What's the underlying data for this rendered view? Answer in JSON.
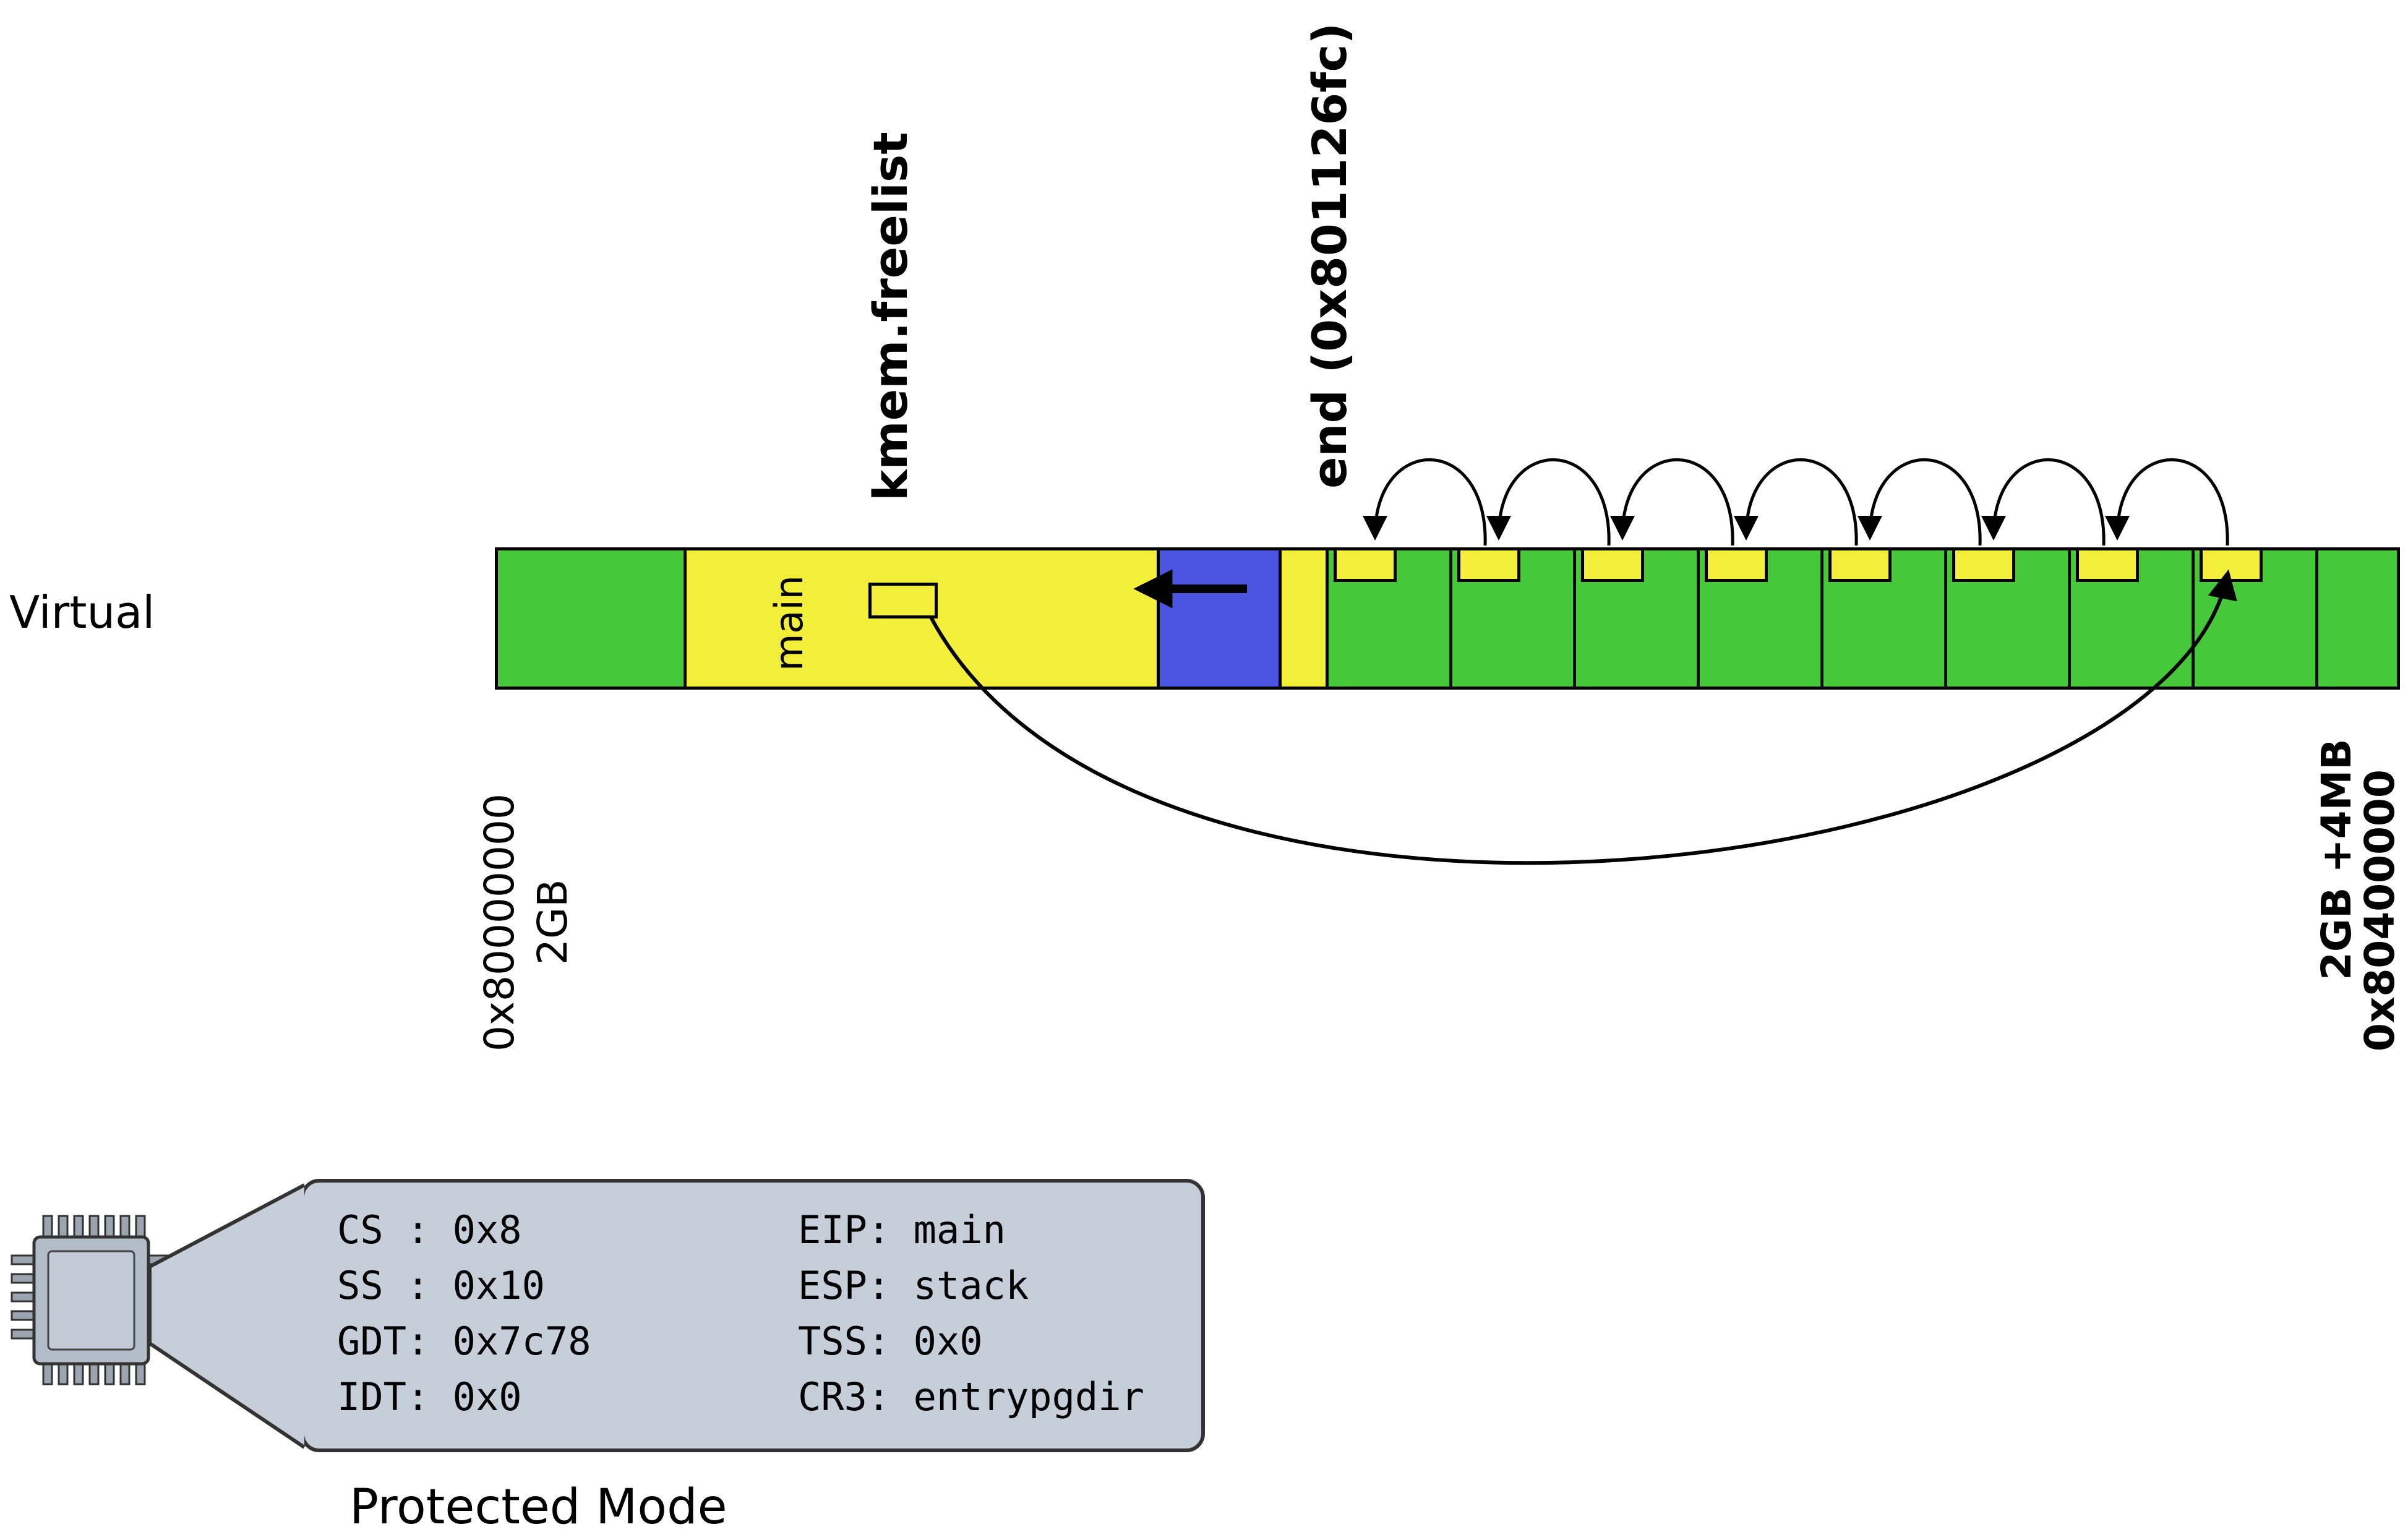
{
  "diagram": {
    "axis_label": "Virtual",
    "freelist_label": "kmem.freelist",
    "end_label": "end (0x801126fc)",
    "main_label": "main",
    "addr_start": "0x80000000",
    "size_start": "2GB",
    "size_end": "2GB +4MB",
    "addr_end": "0x80400000",
    "free_page_count": 8,
    "colors": {
      "green": "#46c83a",
      "yellow": "#f2ee3a",
      "blue": "#4a55e0"
    }
  },
  "cpu_panel": {
    "mode_label": "Protected Mode",
    "panel_color": "#c5ced9",
    "registers_left": [
      "CS : 0x8",
      "SS : 0x10",
      "GDT: 0x7c78",
      "IDT: 0x0"
    ],
    "registers_right": [
      "EIP: main",
      "ESP: stack",
      "TSS: 0x0",
      "CR3: entrypgdir"
    ]
  }
}
